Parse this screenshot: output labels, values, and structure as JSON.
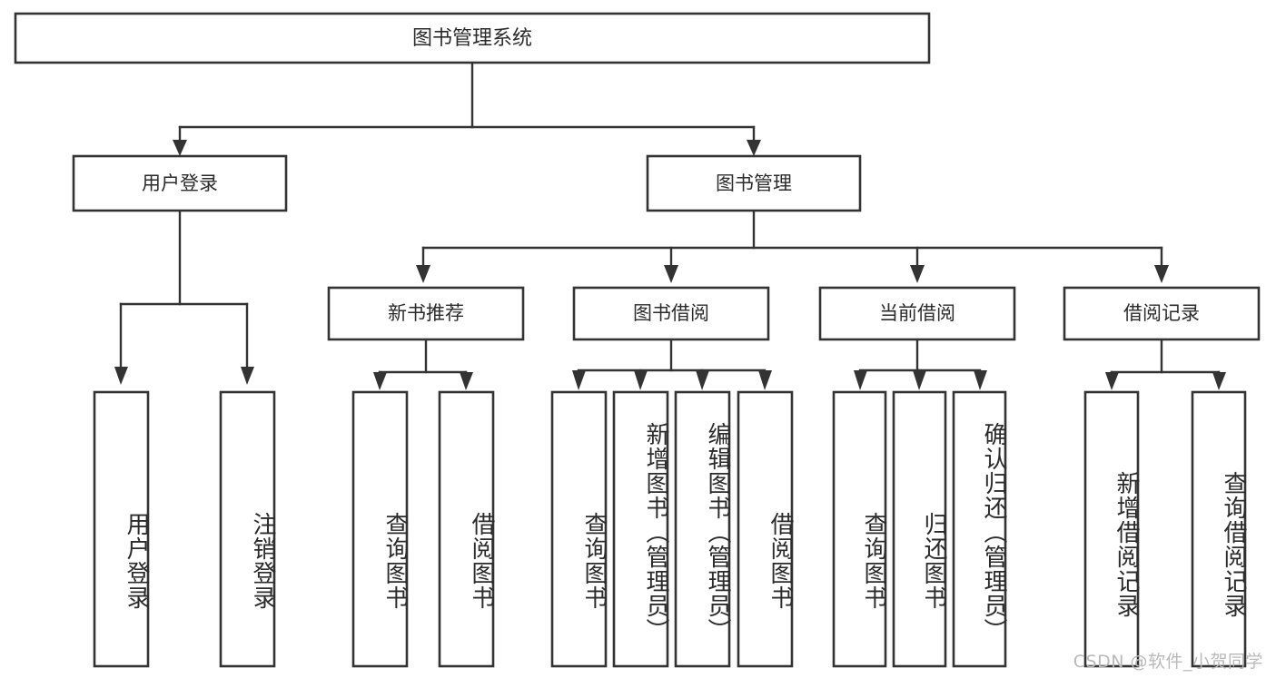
{
  "diagram": {
    "type": "tree-hierarchy",
    "title": "图书管理系统",
    "orientation": "top-down",
    "colors": {
      "box_stroke": "#333333",
      "box_fill": "#ffffff",
      "text": "#2b2b2b",
      "watermark": "#b9b9b9",
      "background": "#ffffff"
    },
    "levels": {
      "root": "图书管理系统",
      "level2": [
        "用户登录",
        "图书管理"
      ],
      "level3": [
        "新书推荐",
        "图书借阅",
        "当前借阅",
        "借阅记录"
      ]
    },
    "nodes": {
      "root": {
        "label": "图书管理系统"
      },
      "user_login": {
        "label": "用户登录"
      },
      "book_manage": {
        "label": "图书管理"
      },
      "new_book_rec": {
        "label": "新书推荐"
      },
      "book_borrow": {
        "label": "图书借阅"
      },
      "current_borrow": {
        "label": "当前借阅"
      },
      "borrow_record": {
        "label": "借阅记录"
      }
    },
    "leaves": {
      "user_login": [
        "用户登录",
        "注销登录"
      ],
      "new_book_rec": [
        "查询图书",
        "借阅图书"
      ],
      "book_borrow": [
        "查询图书",
        "新增图书（管理员）",
        "编辑图书（管理员）",
        "借阅图书"
      ],
      "current_borrow": [
        "查询图书",
        "归还图书",
        "确认归还（管理员）"
      ],
      "borrow_record": [
        "新增借阅记录",
        "查询借阅记录"
      ]
    },
    "edges": [
      {
        "from": "图书管理系统",
        "to": "用户登录"
      },
      {
        "from": "图书管理系统",
        "to": "图书管理"
      },
      {
        "from": "图书管理",
        "to": "新书推荐"
      },
      {
        "from": "图书管理",
        "to": "图书借阅"
      },
      {
        "from": "图书管理",
        "to": "当前借阅"
      },
      {
        "from": "图书管理",
        "to": "借阅记录"
      },
      {
        "from": "用户登录",
        "to": "用户登录"
      },
      {
        "from": "用户登录",
        "to": "注销登录"
      },
      {
        "from": "新书推荐",
        "to": "查询图书"
      },
      {
        "from": "新书推荐",
        "to": "借阅图书"
      },
      {
        "from": "图书借阅",
        "to": "查询图书"
      },
      {
        "from": "图书借阅",
        "to": "新增图书（管理员）"
      },
      {
        "from": "图书借阅",
        "to": "编辑图书（管理员）"
      },
      {
        "from": "图书借阅",
        "to": "借阅图书"
      },
      {
        "from": "当前借阅",
        "to": "查询图书"
      },
      {
        "from": "当前借阅",
        "to": "归还图书"
      },
      {
        "from": "当前借阅",
        "to": "确认归还（管理员）"
      },
      {
        "from": "借阅记录",
        "to": "新增借阅记录"
      },
      {
        "from": "借阅记录",
        "to": "查询借阅记录"
      }
    ]
  },
  "watermark": {
    "text": "CSDN @软件_小贺同学"
  }
}
